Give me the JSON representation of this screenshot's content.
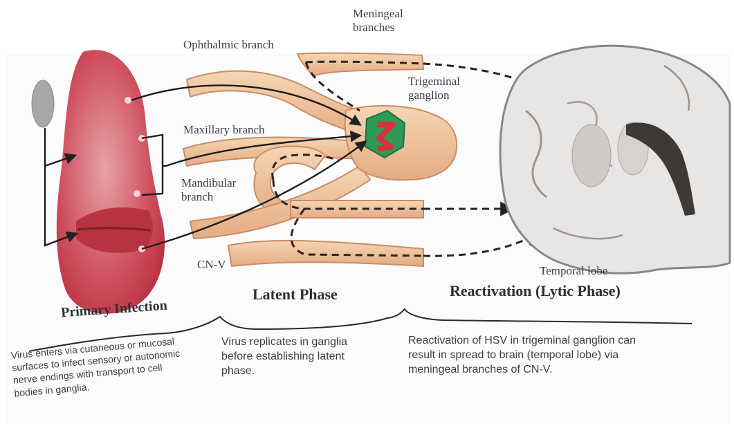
{
  "labels": {
    "meningeal": "Meningeal\nbranches",
    "ophthalmic": "Ophthalmic branch",
    "trigeminal": "Trigeminal\nganglion",
    "maxillary": "Maxillary branch",
    "mandibular": "Mandibular\nbranch",
    "cnv": "CN-V",
    "temporal": "Temporal lobe"
  },
  "phases": {
    "primary": {
      "title": "Primary Infection",
      "description": "Virus enters via cutaneous or mucosal\nsurfaces to infect sensory or autonomic\nnerve endings with transport to cell\nbodies in ganglia."
    },
    "latent": {
      "title": "Latent Phase",
      "description": "Virus replicates in ganglia\nbefore establishing latent\nphase."
    },
    "reactivation": {
      "title": "Reactivation (Lytic Phase)",
      "description": "Reactivation of HSV in trigeminal ganglion can\nresult in spread to brain (temporal lobe) via\nmeningeal branches of CN-V."
    }
  },
  "colors": {
    "nerve": "#efc39a",
    "nerve_edge": "#c98c66",
    "lesion": "#c8283a",
    "ganglion_virus_bg": "#2e9a55",
    "ganglion_virus_fg": "#d6333f",
    "brain": "#e8e6e4"
  }
}
